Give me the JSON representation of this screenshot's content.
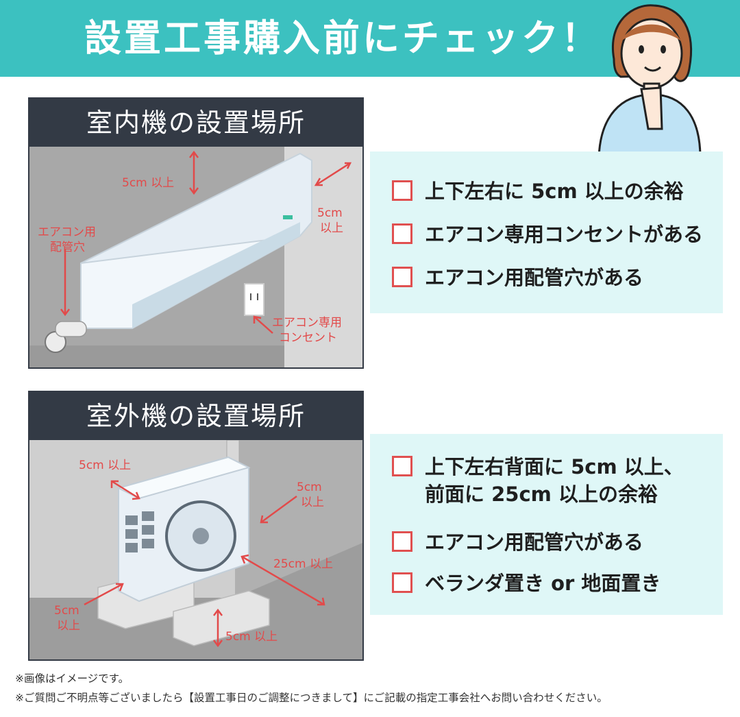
{
  "header": {
    "title": "設置工事購入前にチェック！"
  },
  "indoor": {
    "heading": "室内機の設置場所",
    "labels": {
      "top_clearance": "5cm 以上",
      "side_clearance_1": "5cm",
      "side_clearance_2": "以上",
      "pipe_hole_1": "エアコン用",
      "pipe_hole_2": "配管穴",
      "outlet_1": "エアコン専用",
      "outlet_2": "コンセント"
    },
    "checklist": [
      "上下左右に 5cm 以上の余裕",
      "エアコン専用コンセントがある",
      "エアコン用配管穴がある"
    ]
  },
  "outdoor": {
    "heading": "室外機の設置場所",
    "labels": {
      "top_clearance": "5cm 以上",
      "back_clearance_1": "5cm",
      "back_clearance_2": "以上",
      "front_clearance": "25cm 以上",
      "side_clearance_1": "5cm",
      "side_clearance_2": "以上",
      "bottom_clearance": "5cm 以上"
    },
    "checklist": [
      "上下左右背面に 5cm 以上、",
      "前面に 25cm 以上の余裕",
      "エアコン用配管穴がある",
      "ベランダ置き or 地面置き"
    ]
  },
  "notes": [
    "※画像はイメージです。",
    "※ご質問ご不明点等ございましたら【設置工事日のご調整につきまして】にご記載の指定工事会社へお問い合わせください。"
  ],
  "colors": {
    "header": "#3cc1c0",
    "checkbox": "#e05050",
    "panel_head": "#333a45",
    "check_bg": "#dff7f7",
    "label": "#e24a4a"
  }
}
